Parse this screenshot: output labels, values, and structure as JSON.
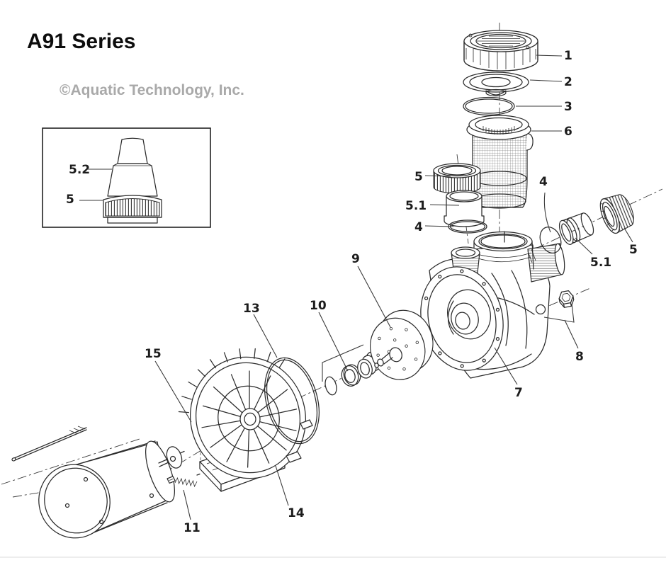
{
  "page": {
    "title": "A91 Series",
    "watermark": "©Aquatic Technology, Inc."
  },
  "colors": {
    "line": "#2b2b2b",
    "leader": "#3a3a3a",
    "text": "#1c1c1c",
    "watermark": "#a9a9a9",
    "background": "#ffffff",
    "baseline": "#ededed"
  },
  "inset": {
    "label_5_2": "5.2",
    "label_5": "5"
  },
  "callouts": {
    "c1": "1",
    "c2": "2",
    "c3": "3",
    "c6": "6",
    "c5_left": "5",
    "c51_left": "5.1",
    "c4_left": "4",
    "c4_right": "4",
    "c51_right": "5.1",
    "c5_right": "5",
    "c9": "9",
    "c13": "13",
    "c10": "10",
    "c15": "15",
    "c14": "14",
    "c11": "11",
    "c7": "7",
    "c8": "8"
  }
}
